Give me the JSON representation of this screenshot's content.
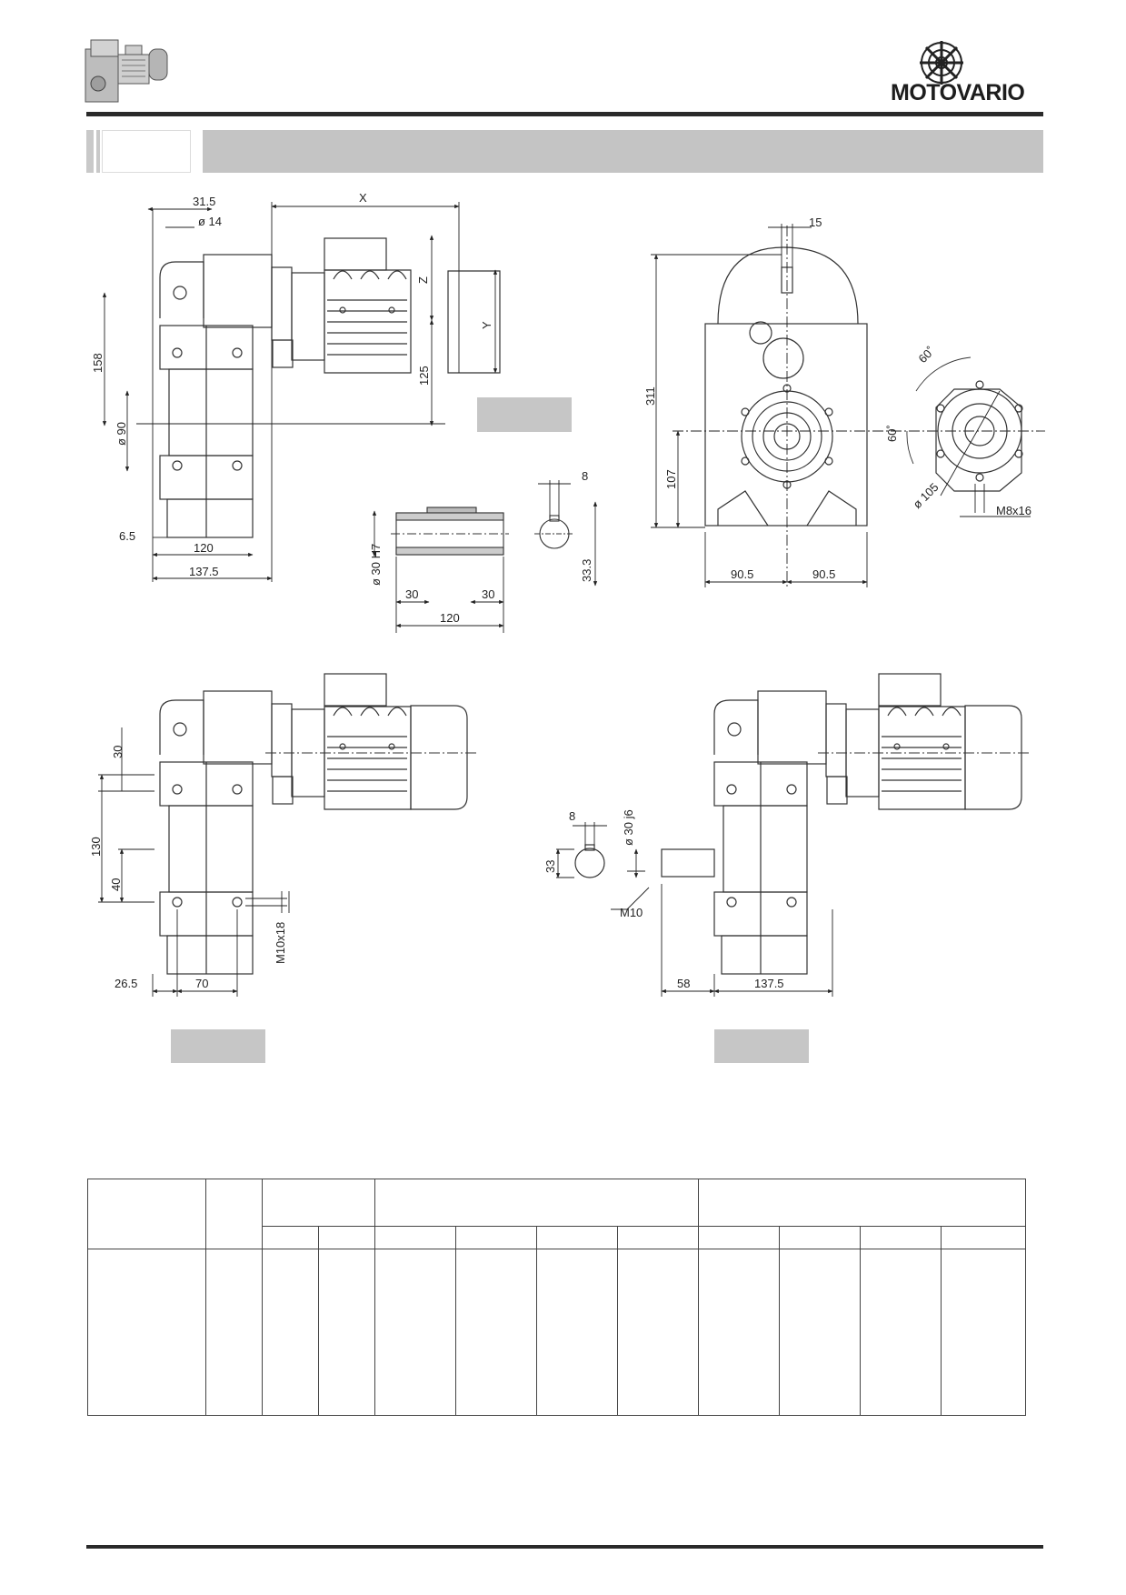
{
  "header": {
    "brand_name": "MOTOVARIO",
    "brand_icon": "motovario-emblem-icon",
    "product_icon": "gearmotor-product-icon"
  },
  "drawing": {
    "top_left_view": {
      "dims": {
        "d31_5": "31.5",
        "hole": "ø 14",
        "x": "X",
        "z": "Z",
        "y": "Y",
        "h158": "158",
        "d90": "ø 90",
        "h125": "125",
        "d6_5": "6.5",
        "w120": "120",
        "w137_5": "137.5"
      }
    },
    "hollow_shaft": {
      "dims": {
        "bore": "ø 30 H7",
        "l30a": "30",
        "l30b": "30",
        "l120": "120",
        "key8": "8",
        "depth33_3": "33.3"
      }
    },
    "front_view": {
      "dims": {
        "key15": "15",
        "h311": "311",
        "h107": "107",
        "w90_5a": "90.5",
        "w90_5b": "90.5"
      }
    },
    "flange_view": {
      "dims": {
        "a60a": "60˚",
        "a60b": "60˚",
        "pcd": "ø 105",
        "thread": "M8x16"
      }
    },
    "bottom_left_view": {
      "dims": {
        "v30": "30",
        "v130": "130",
        "v40": "40",
        "thread": "M10x18",
        "h26_5": "26.5",
        "h70": "70"
      }
    },
    "bottom_right_view": {
      "dims": {
        "key8": "8",
        "shaft": "ø 30 j6",
        "h33": "33",
        "thread": "M10",
        "l58": "58",
        "l137_5": "137.5"
      }
    }
  },
  "table": {
    "rows": [
      [
        "",
        "",
        "",
        "",
        "",
        "",
        "",
        "",
        "",
        "",
        "",
        "",
        "",
        "",
        ""
      ],
      [
        "",
        "",
        "",
        "",
        "",
        "",
        "",
        "",
        "",
        "",
        "",
        "",
        "",
        "",
        ""
      ]
    ]
  }
}
